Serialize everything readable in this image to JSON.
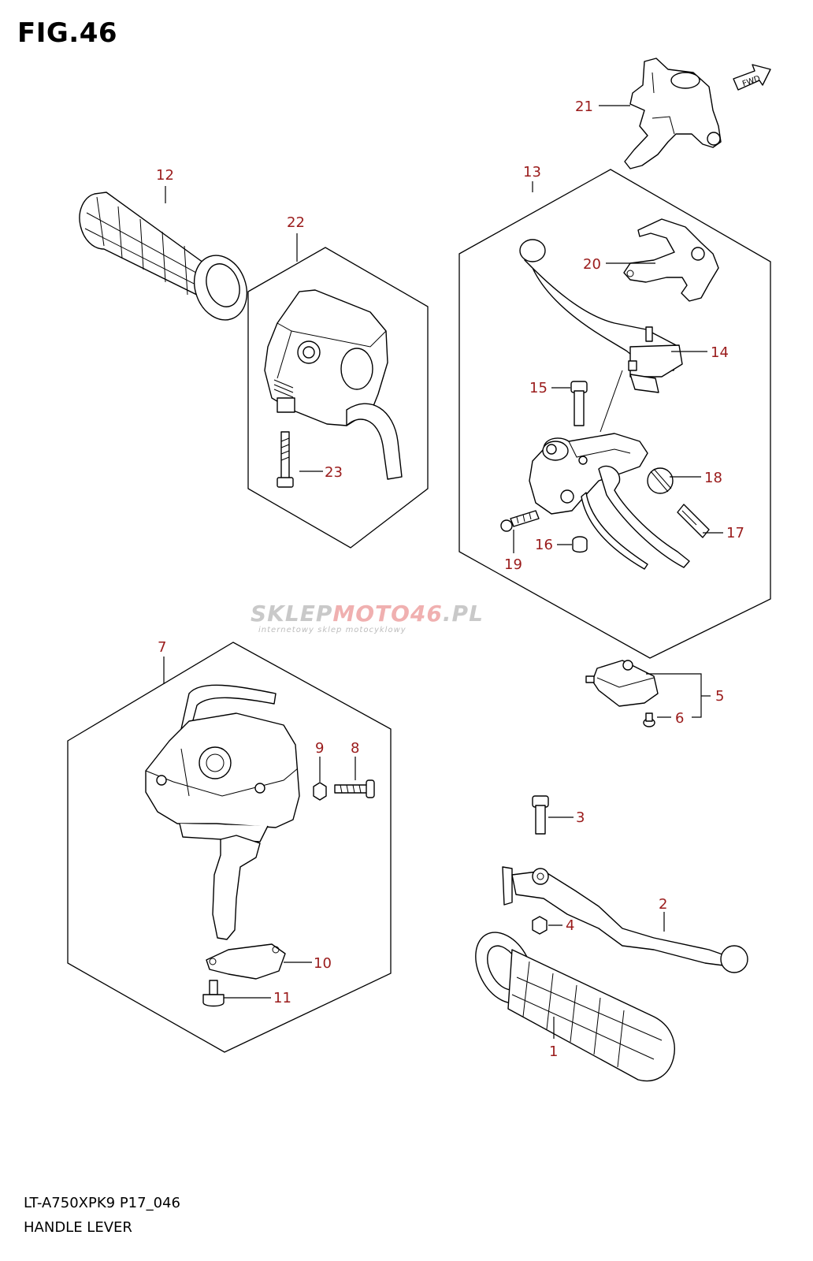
{
  "figure": {
    "title": "FIG.46",
    "model_code": "LT-A750XPK9 P17_046",
    "subtitle": "HANDLE LEVER",
    "fwd_label": "FWD"
  },
  "watermark": {
    "main_a": "SKLEP",
    "main_b": "MOTO46",
    "main_c": ".PL",
    "tagline": "internetowy sklep motocyklowy"
  },
  "callouts": [
    "1",
    "2",
    "3",
    "4",
    "5",
    "6",
    "7",
    "8",
    "9",
    "10",
    "11",
    "12",
    "13",
    "14",
    "15",
    "16",
    "17",
    "18",
    "19",
    "20",
    "21",
    "22",
    "23"
  ],
  "colors": {
    "callout": "#9a1b1b",
    "line": "#000000",
    "watermark_grey": "#c9c9c9",
    "watermark_red": "#f0b0b0"
  }
}
